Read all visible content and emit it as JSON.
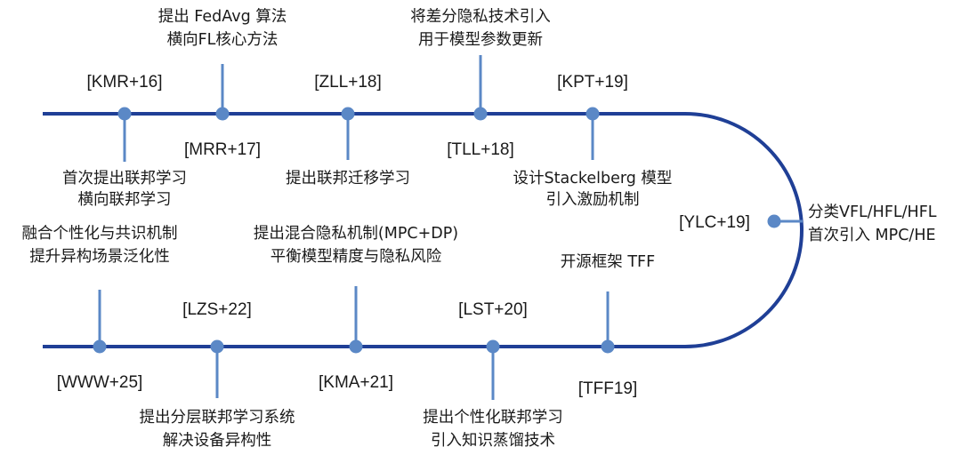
{
  "milestones": [
    {
      "id": "kmr16",
      "cite": "[KMR+16]",
      "desc": [
        "首次提出联邦学习",
        "横向联邦学习"
      ]
    },
    {
      "id": "mrr17",
      "cite": "[MRR+17]",
      "desc": [
        "提出 FedAvg 算法",
        "横向FL核心方法"
      ]
    },
    {
      "id": "zll18",
      "cite": "[ZLL+18]",
      "desc": [
        "提出联邦迁移学习"
      ]
    },
    {
      "id": "tll18",
      "cite": "[TLL+18]",
      "desc": [
        "将差分隐私技术引入",
        "用于模型参数更新"
      ]
    },
    {
      "id": "kpt19",
      "cite": "[KPT+19]",
      "desc": [
        "设计Stackelberg 模型",
        "引入激励机制"
      ]
    },
    {
      "id": "ylc19",
      "cite": "[YLC+19]",
      "desc": [
        "分类VFL/HFL/HFL",
        "首次引入 MPC/HE"
      ]
    },
    {
      "id": "tff19",
      "cite": "[TFF19]",
      "desc": [
        "开源框架 TFF"
      ]
    },
    {
      "id": "lst20",
      "cite": "[LST+20]",
      "desc": [
        "提出个性化联邦学习",
        "引入知识蒸馏技术"
      ]
    },
    {
      "id": "kma21",
      "cite": "[KMA+21]",
      "desc": [
        "提出混合隐私机制(MPC+DP)",
        "平衡模型精度与隐私风险"
      ]
    },
    {
      "id": "lzs22",
      "cite": "[LZS+22]",
      "desc": [
        "提出分层联邦学习系统",
        "解决设备异构性"
      ]
    },
    {
      "id": "www25",
      "cite": "[WWW+25]",
      "desc": [
        "融合个性化与共识机制",
        "提升异构场景泛化性"
      ]
    }
  ],
  "colors": {
    "track": "#1f3f96",
    "node": "#5b88c6",
    "text": "#1a1a1a"
  }
}
